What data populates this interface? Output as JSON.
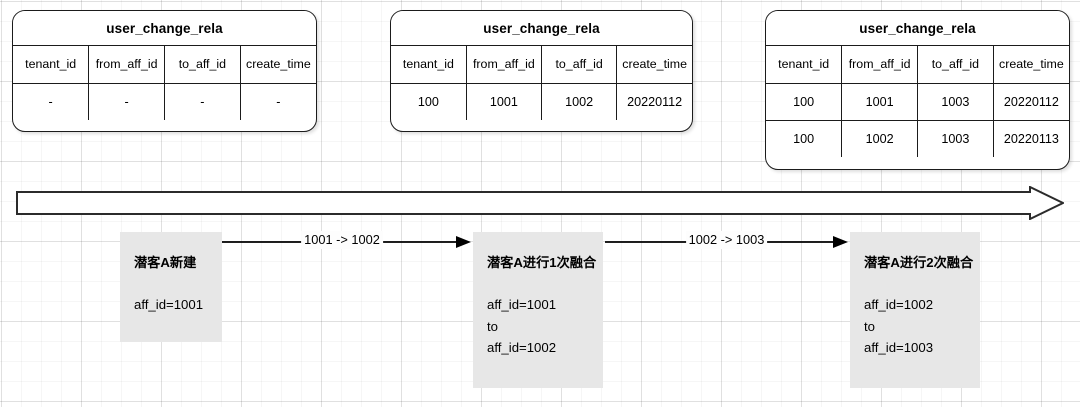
{
  "diagram": {
    "title_hidden": "",
    "table_title": "user_change_rela",
    "columns": [
      "tenant_id",
      "from_aff_id",
      "to_aff_id",
      "create_time"
    ],
    "tables": [
      {
        "name": "table-state-initial",
        "title": "user_change_rela",
        "rows": [
          [
            "-",
            "-",
            "-",
            "-"
          ]
        ]
      },
      {
        "name": "table-state-after-first-merge",
        "title": "user_change_rela",
        "rows": [
          [
            "100",
            "1001",
            "1002",
            "20220112"
          ]
        ]
      },
      {
        "name": "table-state-after-second-merge",
        "title": "user_change_rela",
        "rows": [
          [
            "100",
            "1001",
            "1003",
            "20220112"
          ],
          [
            "100",
            "1002",
            "1003",
            "20220113"
          ]
        ]
      }
    ],
    "stages": [
      {
        "name": "stage-created",
        "title": "潜客A新建",
        "lines": [
          "aff_id=1001"
        ]
      },
      {
        "name": "stage-first-merge",
        "title": "潜客A进行1次融合",
        "lines": [
          "aff_id=1001",
          "to",
          "aff_id=1002"
        ]
      },
      {
        "name": "stage-second-merge",
        "title": "潜客A进行2次融合",
        "lines": [
          "aff_id=1002",
          "to",
          "aff_id=1003"
        ]
      }
    ],
    "connectors": [
      {
        "name": "connector-1001-to-1002",
        "label": "1001 -> 1002"
      },
      {
        "name": "connector-1002-to-1003",
        "label": "1002 -> 1003"
      }
    ],
    "timeline": {
      "name": "timeline-arrow",
      "direction": "right"
    },
    "colors": {
      "stage_fill": "#e7e7e7",
      "stroke": "#1b1b1b",
      "card_bg": "#ffffff",
      "grid_major": "#e3e3e3",
      "grid_minor": "#f2f2f2"
    }
  }
}
